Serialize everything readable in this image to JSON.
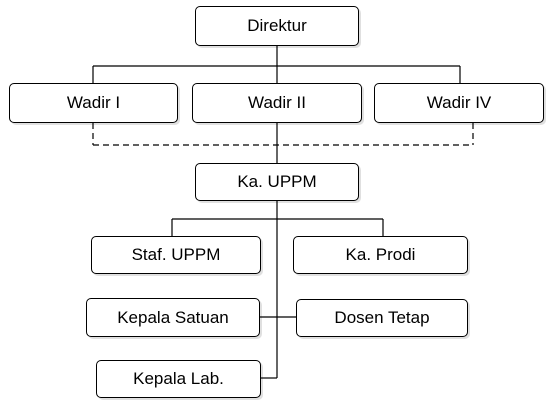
{
  "org_chart": {
    "nodes": {
      "direktur": "Direktur",
      "wadir1": "Wadir I",
      "wadir2": "Wadir II",
      "wadir4": "Wadir IV",
      "ka_uppm": "Ka. UPPM",
      "staf_uppm": "Staf. UPPM",
      "ka_prodi": "Ka. Prodi",
      "kepala_satuan": "Kepala Satuan",
      "dosen_tetap": "Dosen Tetap",
      "kepala_lab": "Kepala Lab."
    },
    "solid_links": [
      [
        "direktur",
        "wadir1"
      ],
      [
        "direktur",
        "wadir2"
      ],
      [
        "direktur",
        "wadir4"
      ],
      [
        "wadir2",
        "ka_uppm"
      ],
      [
        "ka_uppm",
        "staf_uppm"
      ],
      [
        "ka_uppm",
        "ka_prodi"
      ],
      [
        "ka_uppm",
        "kepala_satuan"
      ],
      [
        "ka_uppm",
        "dosen_tetap"
      ],
      [
        "ka_uppm",
        "kepala_lab"
      ]
    ],
    "dashed_links": [
      [
        "wadir1",
        "ka_uppm"
      ],
      [
        "wadir4",
        "ka_uppm"
      ]
    ]
  }
}
